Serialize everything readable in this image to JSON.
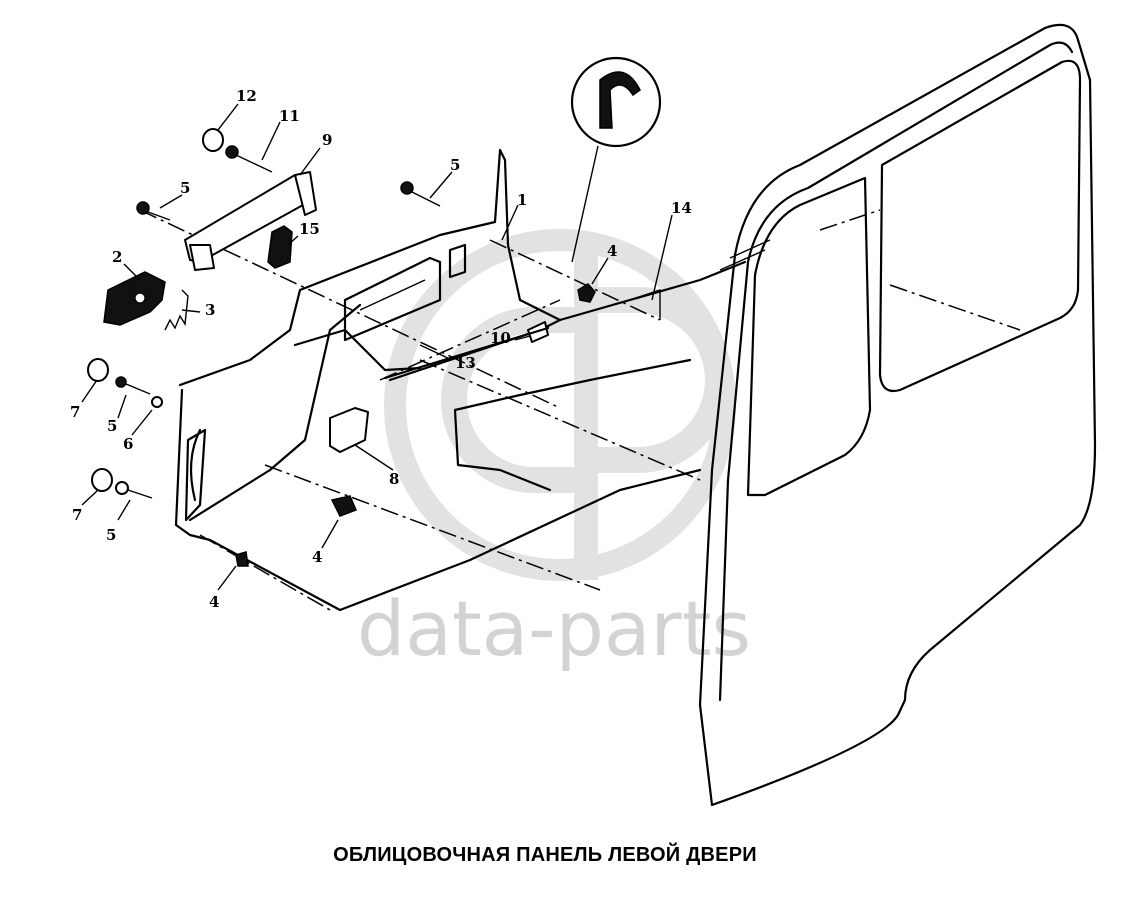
{
  "diagram": {
    "caption": "ОБЛИЦОВОЧНАЯ ПАНЕЛЬ ЛЕВОЙ ДВЕРИ",
    "watermark": "data-parts",
    "callouts": [
      {
        "id": "c12",
        "label": "12"
      },
      {
        "id": "c11",
        "label": "11"
      },
      {
        "id": "c9",
        "label": "9"
      },
      {
        "id": "c5a",
        "label": "5"
      },
      {
        "id": "c5b",
        "label": "5"
      },
      {
        "id": "c1",
        "label": "1"
      },
      {
        "id": "c14",
        "label": "14"
      },
      {
        "id": "c15",
        "label": "15"
      },
      {
        "id": "c2",
        "label": "2"
      },
      {
        "id": "c4a",
        "label": "4"
      },
      {
        "id": "c3",
        "label": "3"
      },
      {
        "id": "c10",
        "label": "10"
      },
      {
        "id": "c13",
        "label": "13"
      },
      {
        "id": "c7a",
        "label": "7"
      },
      {
        "id": "c5c",
        "label": "5"
      },
      {
        "id": "c6",
        "label": "6"
      },
      {
        "id": "c8",
        "label": "8"
      },
      {
        "id": "c7b",
        "label": "7"
      },
      {
        "id": "c5d",
        "label": "5"
      },
      {
        "id": "c4b",
        "label": "4"
      },
      {
        "id": "c4c",
        "label": "4"
      }
    ]
  },
  "colors": {
    "ink": "#000000",
    "watermark": "#d3d3d3",
    "background": "#ffffff"
  }
}
